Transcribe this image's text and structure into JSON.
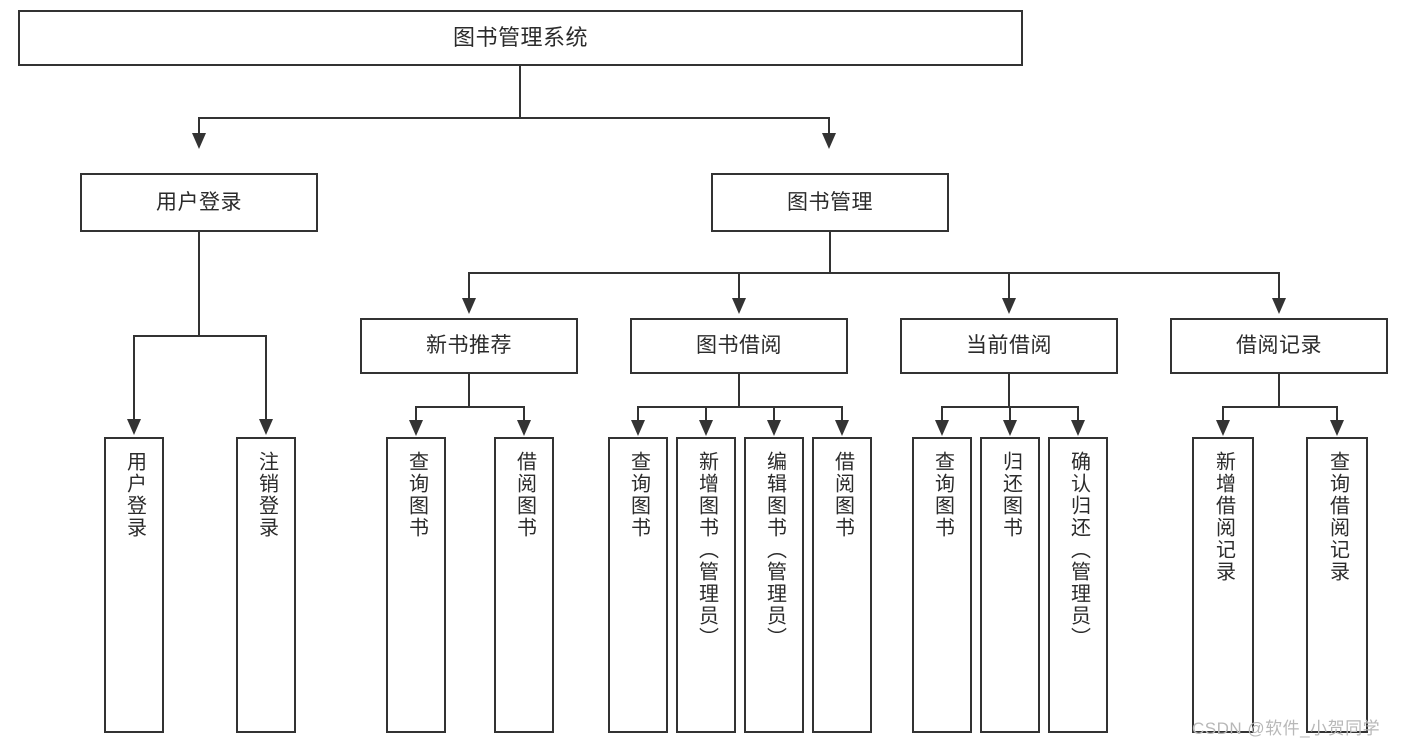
{
  "diagram": {
    "title": "图书管理系统",
    "type": "hierarchy-tree",
    "root": {
      "label": "图书管理系统"
    },
    "level2": [
      {
        "label": "用户登录"
      },
      {
        "label": "图书管理"
      }
    ],
    "level3": [
      {
        "label": "新书推荐"
      },
      {
        "label": "图书借阅"
      },
      {
        "label": "当前借阅"
      },
      {
        "label": "借阅记录"
      }
    ],
    "leaves": {
      "user_login": [
        {
          "label": "用户登录"
        },
        {
          "label": "注销登录"
        }
      ],
      "new_book_rec": [
        {
          "label": "查询图书"
        },
        {
          "label": "借阅图书"
        }
      ],
      "book_borrow": [
        {
          "label": "查询图书"
        },
        {
          "label": "新增图书（管理员）"
        },
        {
          "label": "编辑图书（管理员）"
        },
        {
          "label": "借阅图书"
        }
      ],
      "current_borrow": [
        {
          "label": "查询图书"
        },
        {
          "label": "归还图书"
        },
        {
          "label": "确认归还（管理员）"
        }
      ],
      "borrow_record": [
        {
          "label": "新增借阅记录"
        },
        {
          "label": "查询借阅记录"
        }
      ]
    }
  },
  "watermark": {
    "text": "CSDN @软件_小贺同学"
  },
  "colors": {
    "stroke": "#333333",
    "fill": "#ffffff",
    "text": "#2b2b2b",
    "watermark": "#b8b8b8"
  }
}
